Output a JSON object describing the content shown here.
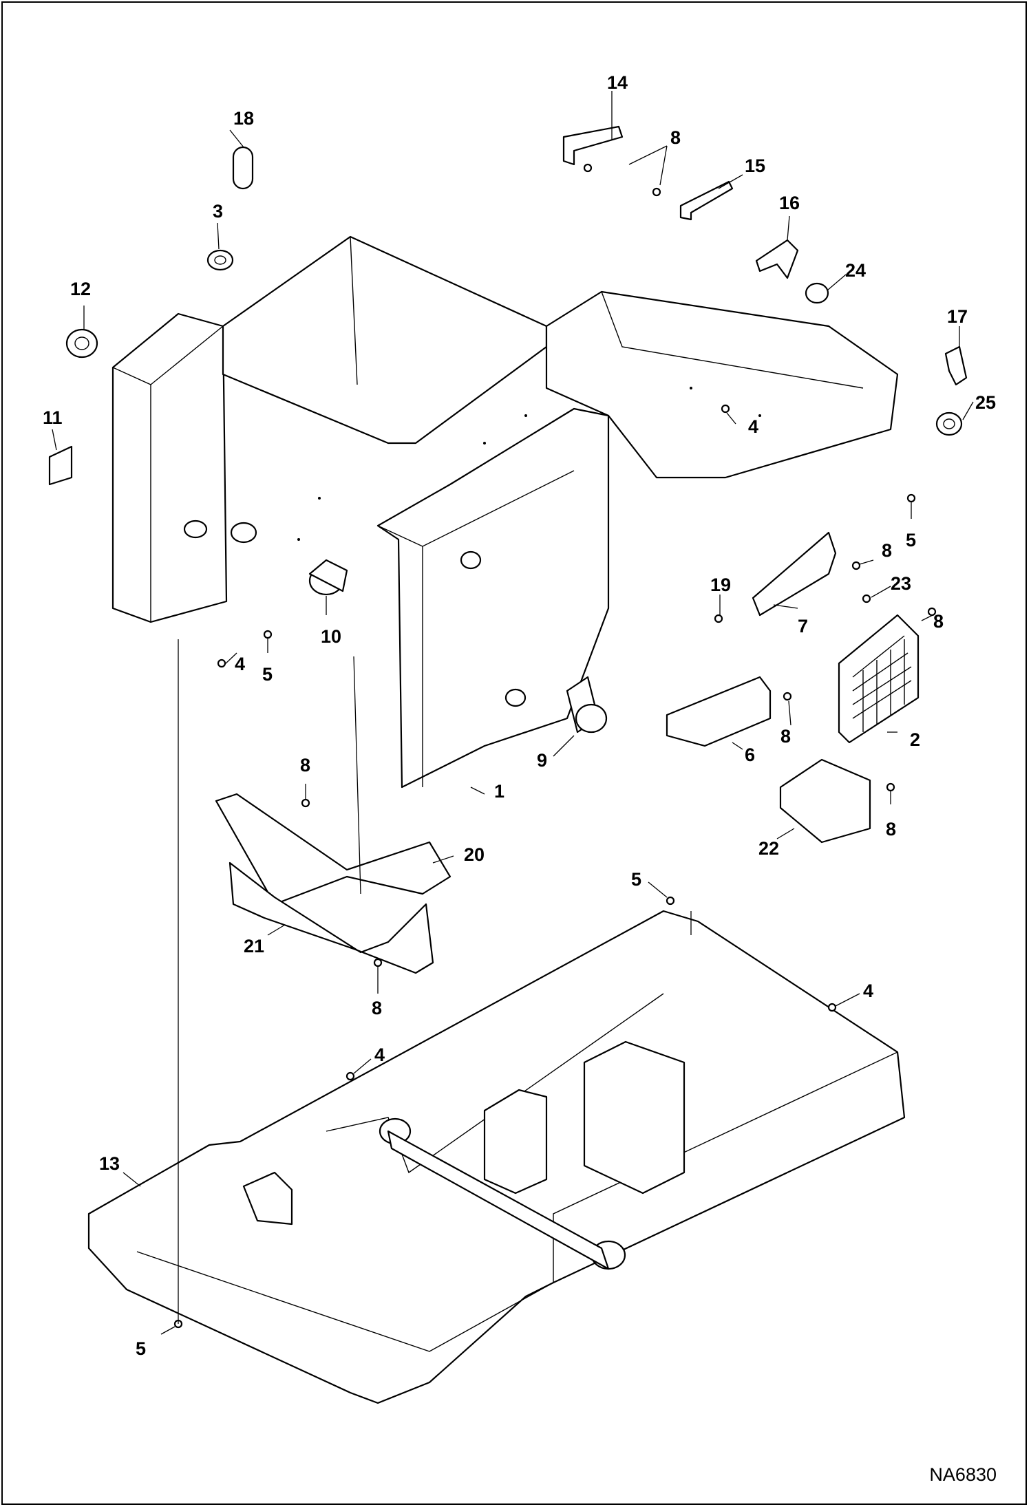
{
  "figure_ref": "NA6830",
  "callouts": [
    "1",
    "2",
    "3",
    "4",
    "5",
    "6",
    "7",
    "8",
    "9",
    "10",
    "11",
    "12",
    "13",
    "14",
    "15",
    "16",
    "17",
    "18",
    "19",
    "20",
    "21",
    "22",
    "23",
    "24",
    "25"
  ],
  "repeated_callouts": {
    "4": 4,
    "5": 4,
    "8": 7
  }
}
